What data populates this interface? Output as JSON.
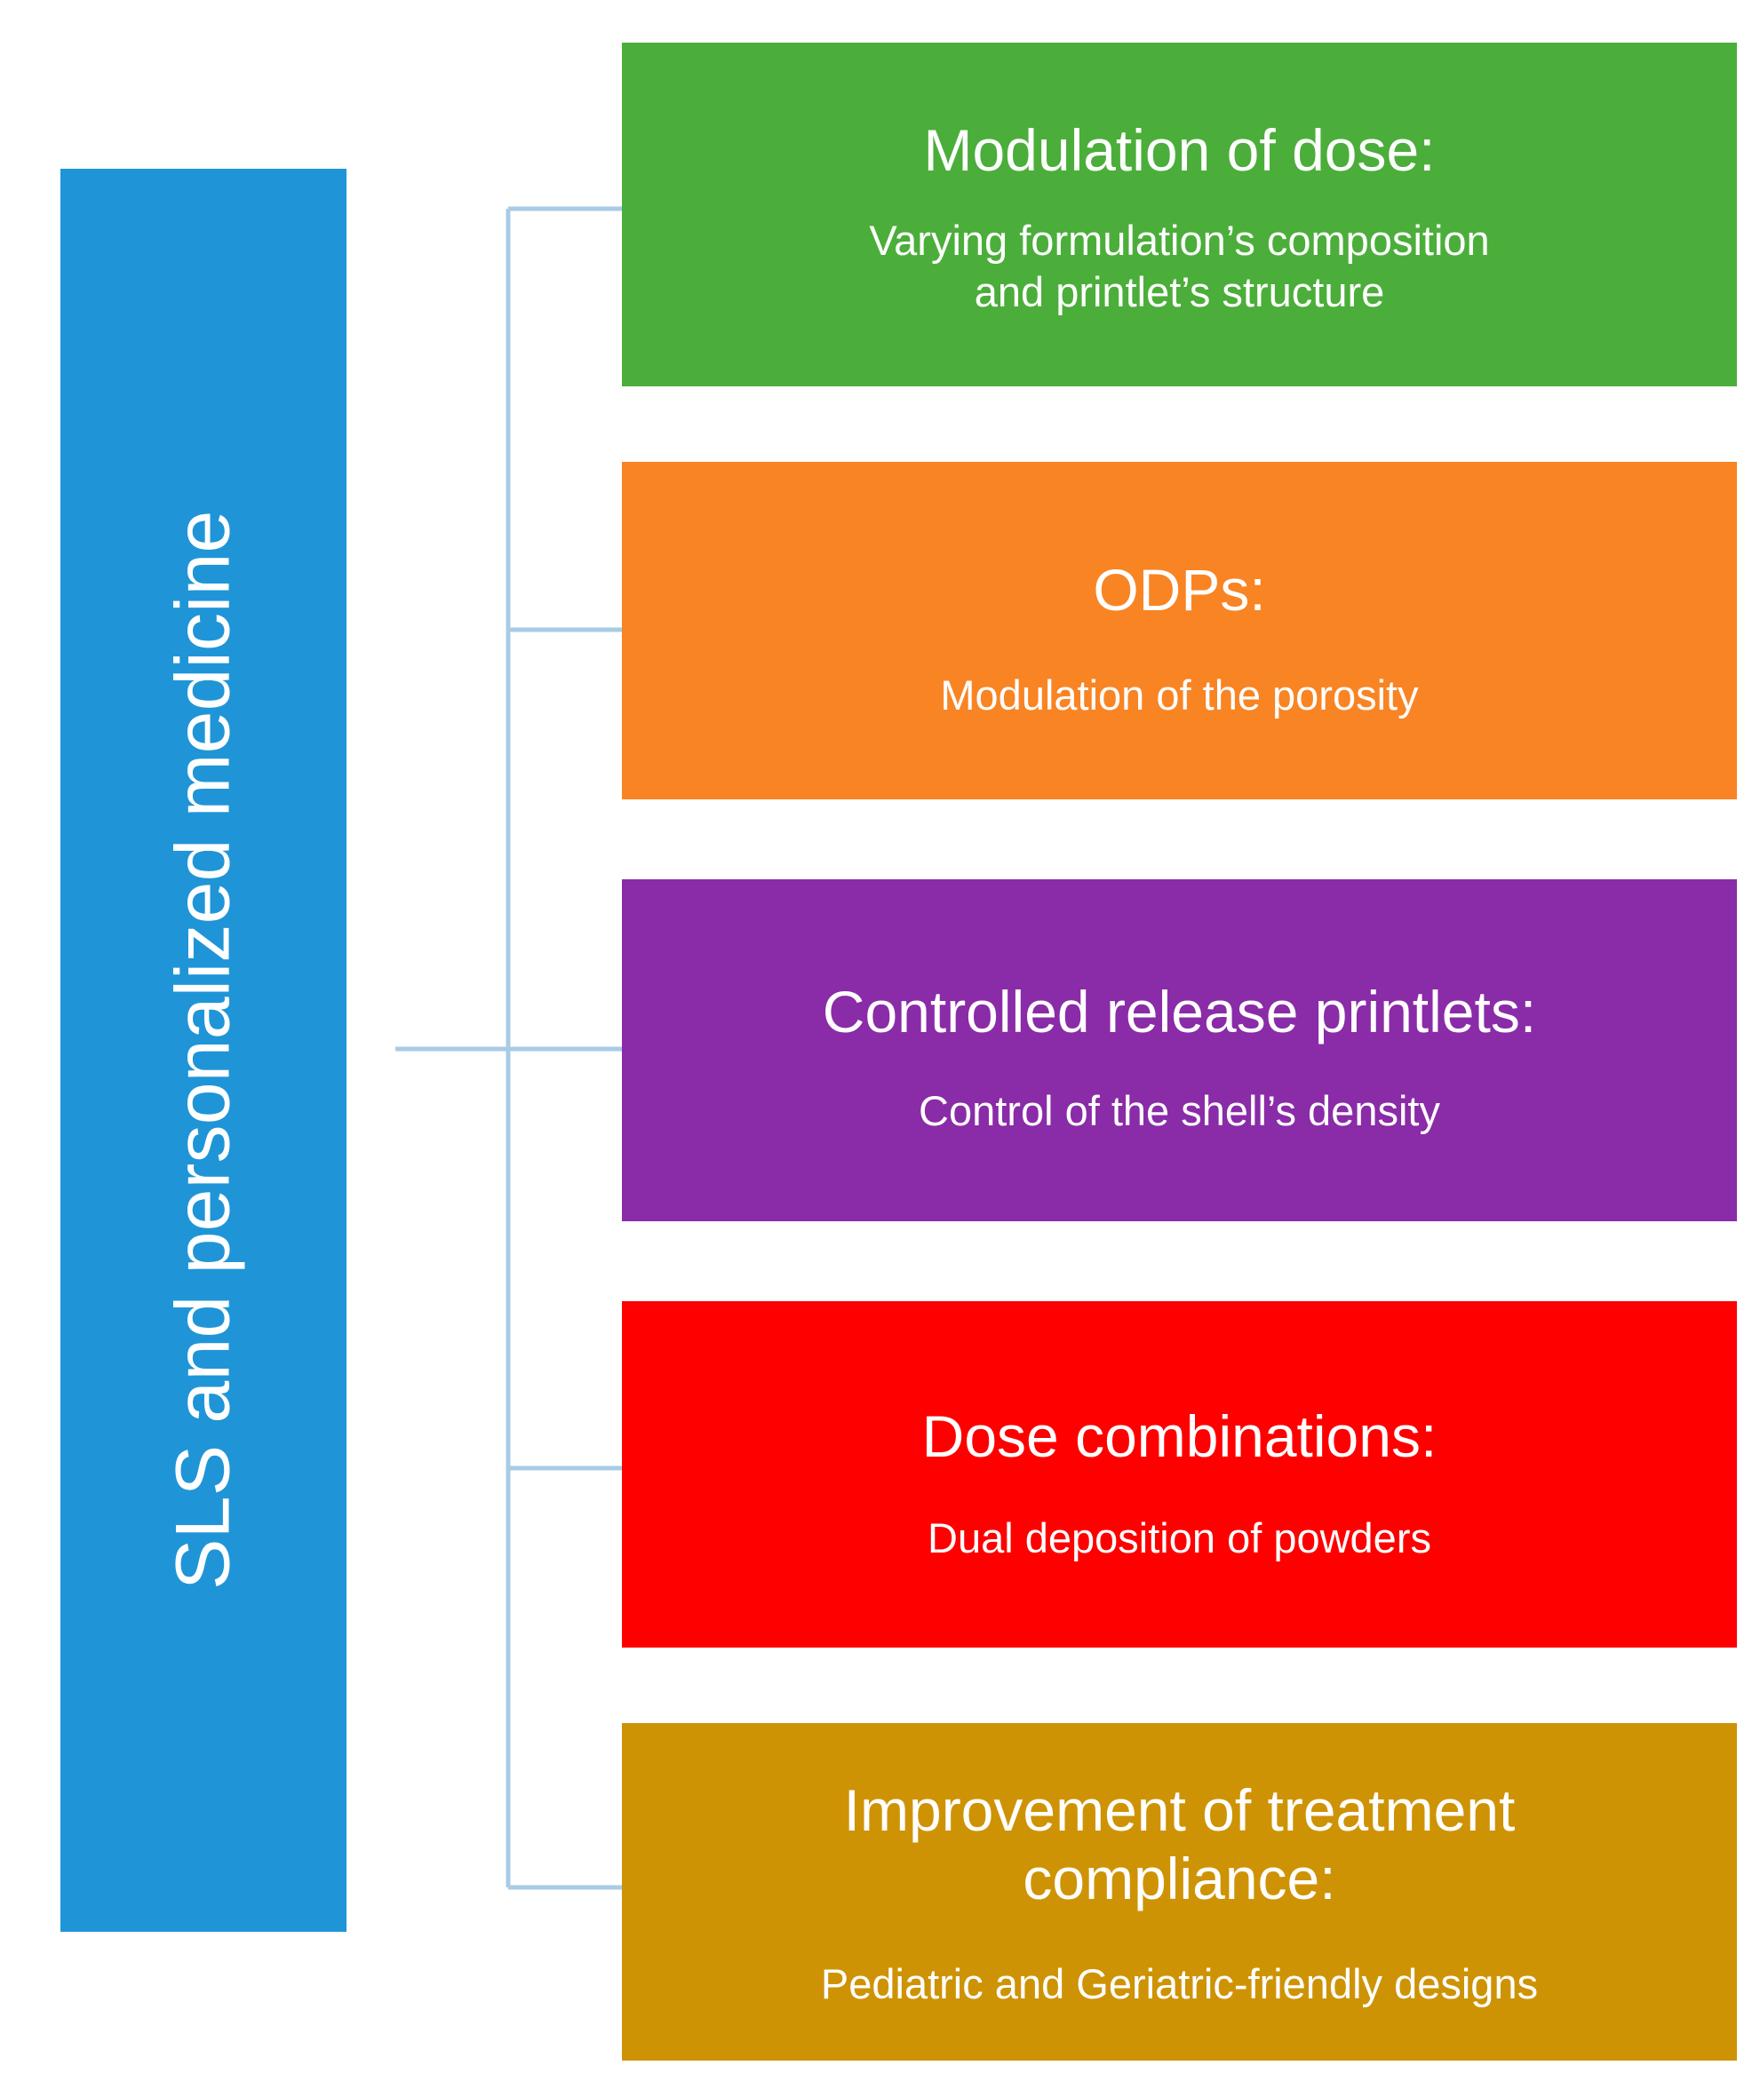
{
  "diagram": {
    "root": {
      "label": "SLS and personalized medicine",
      "color": "#1f95d7",
      "text_color": "#ffffff",
      "orientation": "vertical-bottom-to-top"
    },
    "connector": {
      "color": "#a8cbe6",
      "style": "elbow"
    },
    "branches": [
      {
        "title": "Modulation of dose:",
        "subtitle": "Varying formulation’s composition\nand printlet’s structure",
        "color": "#4bae3a",
        "text_color": "#ffffff"
      },
      {
        "title": "ODPs:",
        "subtitle": "Modulation of the porosity",
        "color": "#f98423",
        "text_color": "#ffffff"
      },
      {
        "title": "Controlled release printlets:",
        "subtitle": "Control of the shell’s density",
        "color": "#8a2ba8",
        "text_color": "#ffffff"
      },
      {
        "title": "Dose combinations:",
        "subtitle": "Dual deposition of powders",
        "color": "#fe0000",
        "text_color": "#ffffff"
      },
      {
        "title": "Improvement of treatment\ncompliance:",
        "subtitle": "Pediatric and Geriatric-friendly designs",
        "color": "#ce9305",
        "text_color": "#ffffff"
      }
    ]
  }
}
